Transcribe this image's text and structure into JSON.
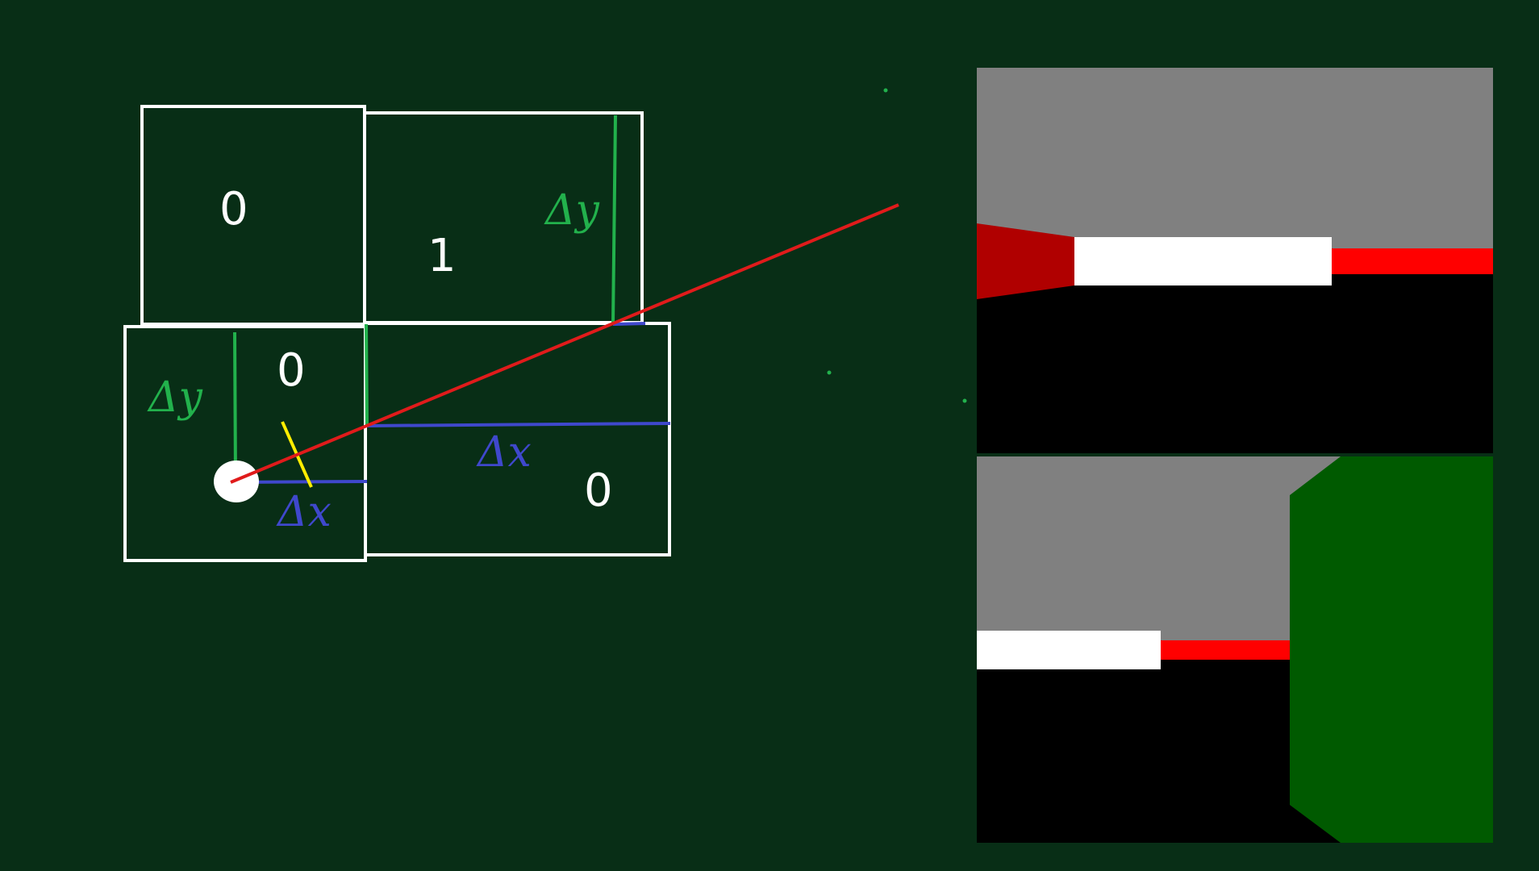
{
  "grid_diagram": {
    "cells": [
      {
        "id": "top-left",
        "value": "0"
      },
      {
        "id": "top-right",
        "value": "1"
      },
      {
        "id": "bottom-left",
        "value": "0"
      },
      {
        "id": "bottom-right",
        "value": "0"
      }
    ],
    "annotations": {
      "delta_y_top": "Δy",
      "delta_y_left": "Δy",
      "delta_x_bottom": "Δx",
      "delta_x_middle": "Δx"
    }
  },
  "colors": {
    "background": "#082e16",
    "cell_border": "#ffffff",
    "ray": "#e01b1b",
    "delta_y": "#22b14c",
    "delta_x": "#3f48cc",
    "direction_mark": "#ffee00",
    "view_ceiling": "#808080",
    "view_floor": "#000000",
    "view_wall_white": "#ffffff",
    "view_wall_red": "#ff0000",
    "view_wall_darkred": "#b00000",
    "view_wall_green": "#005a00"
  }
}
